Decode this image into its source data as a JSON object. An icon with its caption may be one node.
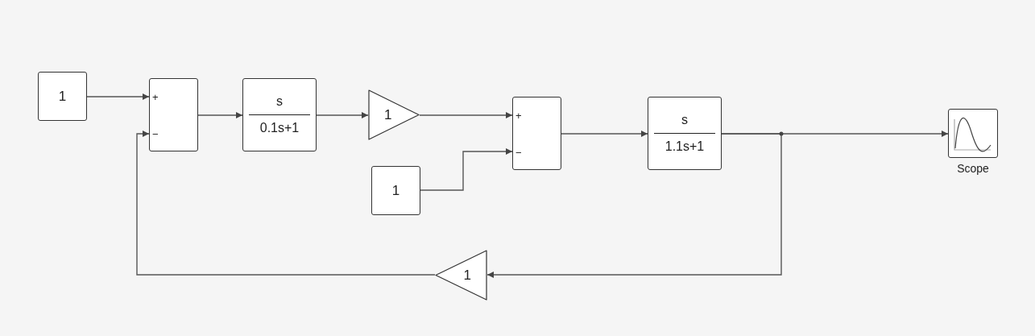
{
  "diagram": {
    "nodes": [
      {
        "text": [
          "1"
        ]
      },
      {
        "text": [
          "+",
          "−"
        ]
      },
      {
        "text": [
          "s",
          "0.1s+1"
        ]
      },
      {
        "text": [
          "1"
        ]
      },
      {
        "text": [
          "1"
        ]
      },
      {
        "text": [
          "+",
          "−"
        ]
      },
      {
        "text": [
          "s",
          "1.1s+1"
        ]
      },
      {
        "text": [],
        "shape": "box",
        "beside": [
          "Scope"
        ]
      },
      {
        "text": [
          "1"
        ]
      }
    ],
    "edges": [
      {
        "from": 0,
        "to": 1,
        "arrow": "to"
      },
      {
        "from": 1,
        "to": 2,
        "arrow": "to"
      },
      {
        "from": 2,
        "to": 3,
        "arrow": "to"
      },
      {
        "from": 3,
        "to": 5,
        "arrow": "to"
      },
      {
        "from": 4,
        "to": 5,
        "arrow": "to"
      },
      {
        "from": 5,
        "to": 6,
        "arrow": "to"
      },
      {
        "from": 6,
        "to": 7,
        "arrow": "to"
      },
      {
        "from": 6,
        "to": 8,
        "arrow": "to"
      },
      {
        "from": 8,
        "to": 1,
        "arrow": "to"
      }
    ]
  }
}
